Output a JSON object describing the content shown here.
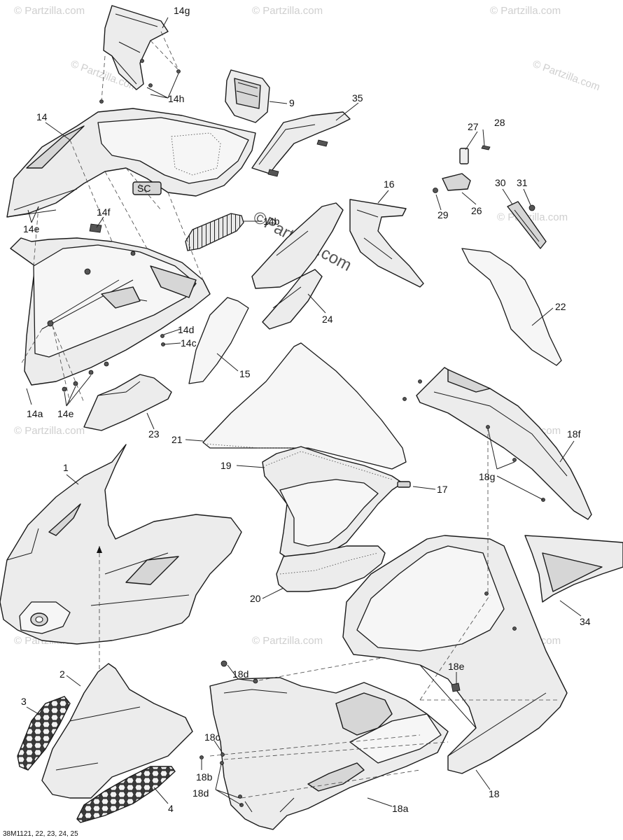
{
  "diagram": {
    "footer_code": "38M1121, 22, 23, 24, 25",
    "watermark_text": "© Partzilla.com",
    "center_watermark": "©Partzilla.com",
    "callouts": [
      {
        "id": "14g",
        "label": "14g"
      },
      {
        "id": "14h",
        "label": "14h"
      },
      {
        "id": "9",
        "label": "9"
      },
      {
        "id": "35",
        "label": "35"
      },
      {
        "id": "14",
        "label": "14"
      },
      {
        "id": "27",
        "label": "27"
      },
      {
        "id": "28",
        "label": "28"
      },
      {
        "id": "16",
        "label": "16"
      },
      {
        "id": "30",
        "label": "30"
      },
      {
        "id": "31",
        "label": "31"
      },
      {
        "id": "29",
        "label": "29"
      },
      {
        "id": "26",
        "label": "26"
      },
      {
        "id": "14f",
        "label": "14f"
      },
      {
        "id": "14b",
        "label": "14b"
      },
      {
        "id": "14e-top",
        "label": "14e"
      },
      {
        "id": "22",
        "label": "22"
      },
      {
        "id": "24",
        "label": "24"
      },
      {
        "id": "14d",
        "label": "14d"
      },
      {
        "id": "14c",
        "label": "14c"
      },
      {
        "id": "15",
        "label": "15"
      },
      {
        "id": "14a",
        "label": "14a"
      },
      {
        "id": "14e-bottom",
        "label": "14e"
      },
      {
        "id": "23",
        "label": "23"
      },
      {
        "id": "21",
        "label": "21"
      },
      {
        "id": "18f",
        "label": "18f"
      },
      {
        "id": "1",
        "label": "1"
      },
      {
        "id": "19",
        "label": "19"
      },
      {
        "id": "18g",
        "label": "18g"
      },
      {
        "id": "17",
        "label": "17"
      },
      {
        "id": "20",
        "label": "20"
      },
      {
        "id": "34",
        "label": "34"
      },
      {
        "id": "2",
        "label": "2"
      },
      {
        "id": "18d-top",
        "label": "18d"
      },
      {
        "id": "18e",
        "label": "18e"
      },
      {
        "id": "3",
        "label": "3"
      },
      {
        "id": "18c",
        "label": "18c"
      },
      {
        "id": "18b",
        "label": "18b"
      },
      {
        "id": "18d-bottom",
        "label": "18d"
      },
      {
        "id": "18",
        "label": "18"
      },
      {
        "id": "4",
        "label": "4"
      },
      {
        "id": "18a",
        "label": "18a"
      }
    ]
  }
}
